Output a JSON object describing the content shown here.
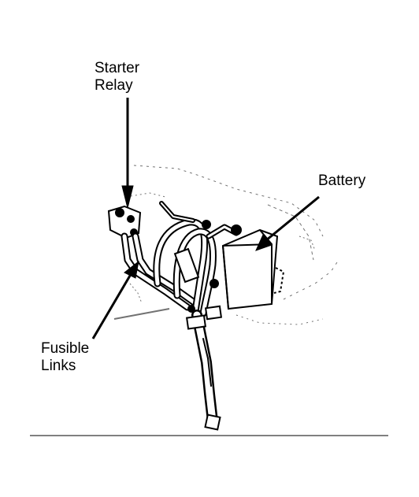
{
  "labels": {
    "starter_relay": [
      "Starter",
      "Relay"
    ],
    "battery": "Battery",
    "fusible_links": [
      "Fusible",
      "Links"
    ]
  },
  "colors": {
    "ink": "#000000",
    "paper": "#ffffff"
  }
}
